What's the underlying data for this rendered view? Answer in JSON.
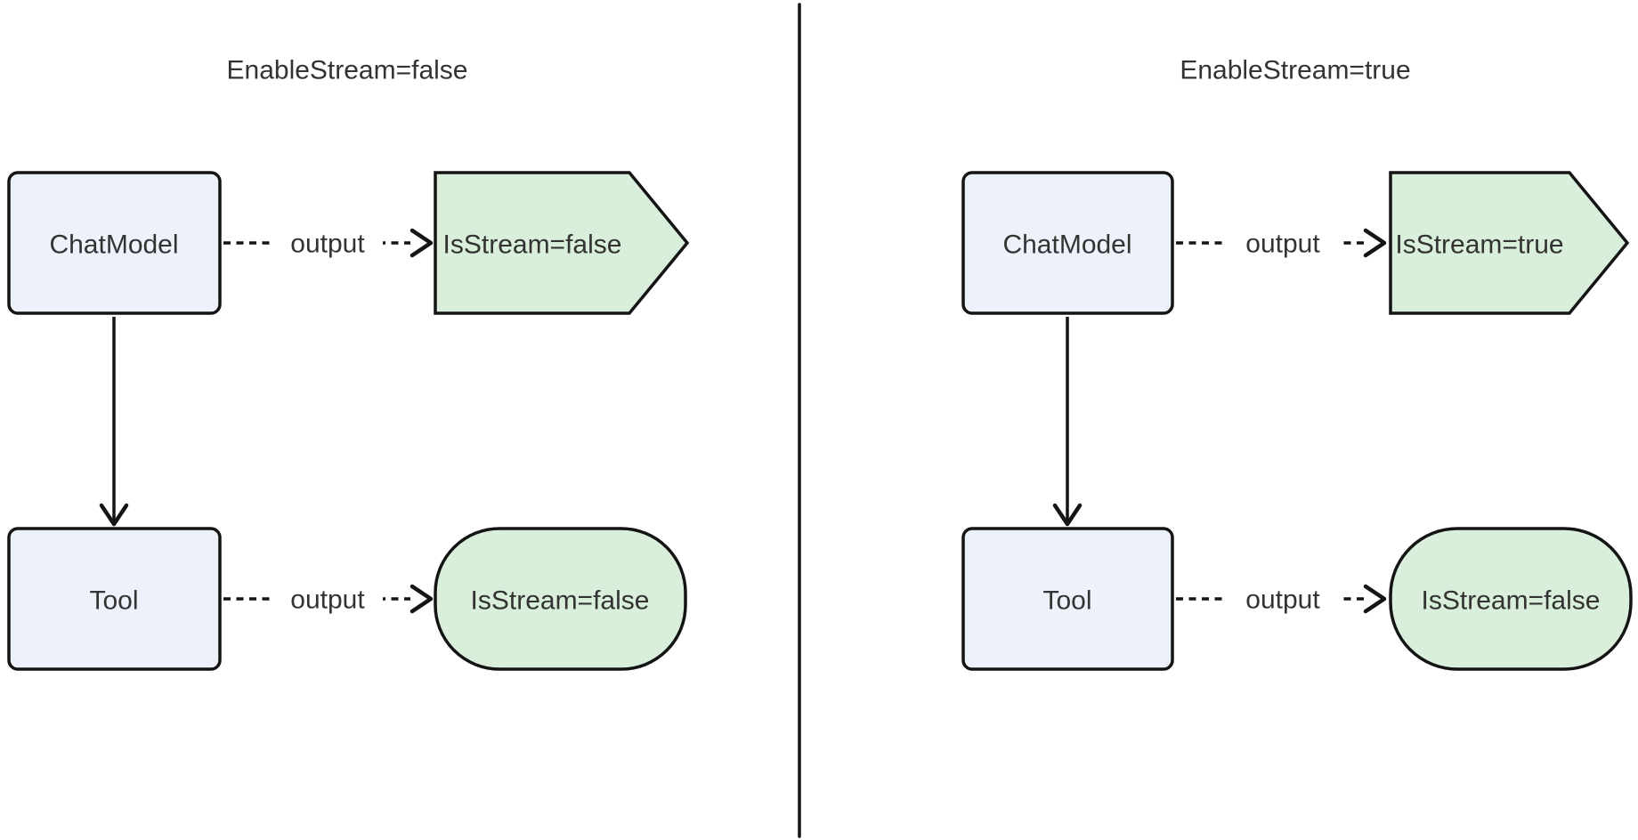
{
  "page": {
    "background": "#ffffff"
  },
  "colors": {
    "node_fill": "#EDF1FA",
    "result_fill": "#D9EFDC",
    "stroke": "#141414",
    "text": "#333333",
    "edge_label_bg": "#ffffff"
  },
  "panels": [
    {
      "title": "EnableStream=false",
      "chat_model_label": "ChatModel",
      "tool_label": "Tool",
      "model_result_label": "IsStream=false",
      "tool_result_label": "IsStream=false",
      "model_edge_label": "output",
      "tool_edge_label": "output"
    },
    {
      "title": "EnableStream=true",
      "chat_model_label": "ChatModel",
      "tool_label": "Tool",
      "model_result_label": "IsStream=true",
      "tool_result_label": "IsStream=false",
      "model_edge_label": "output",
      "tool_edge_label": "output"
    }
  ]
}
